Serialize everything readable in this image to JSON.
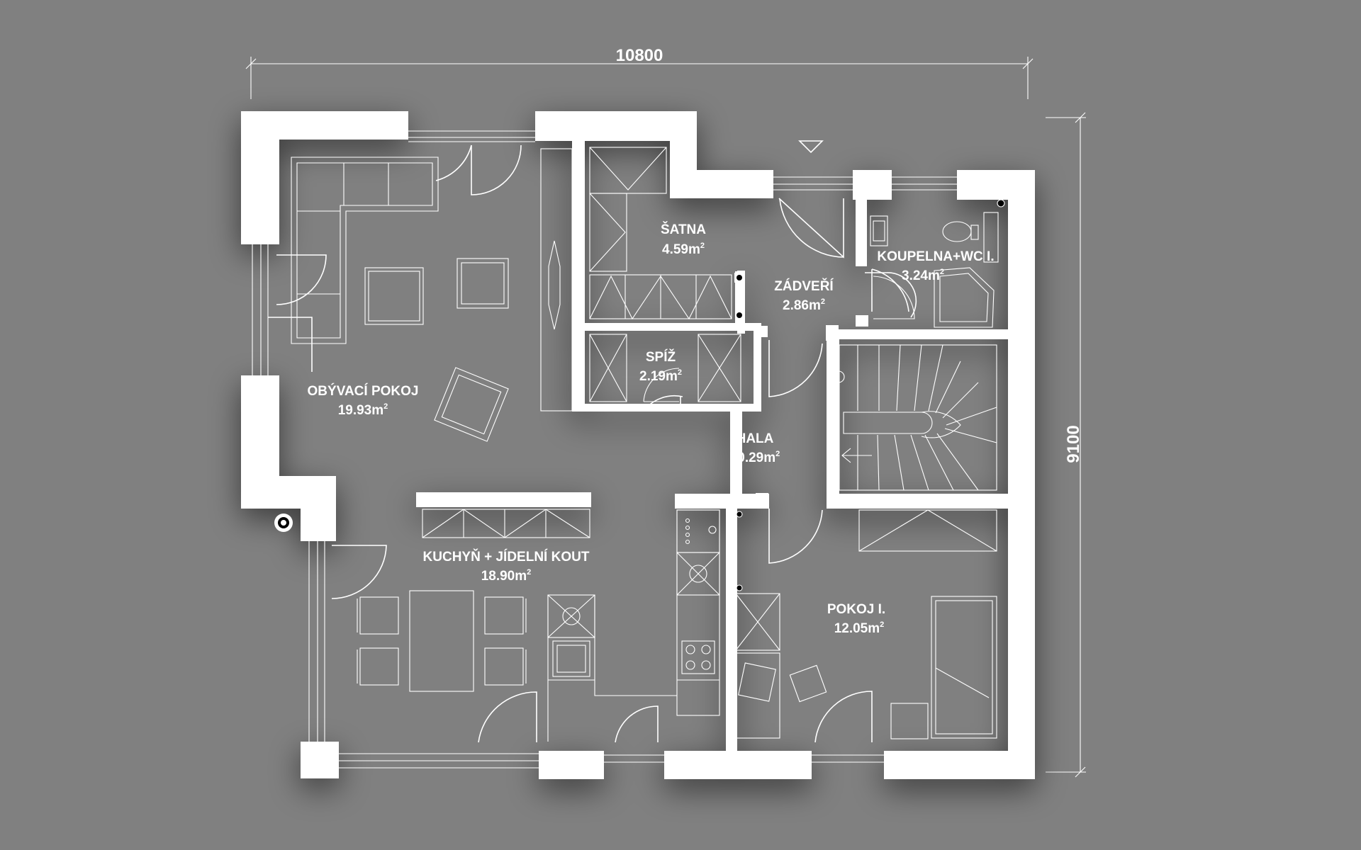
{
  "dimensions": {
    "width": "10800",
    "height": "9100"
  },
  "rooms": [
    {
      "id": "obyvaci",
      "name": "OBÝVACÍ POKOJ",
      "area": "19.93m",
      "sup": "2"
    },
    {
      "id": "satna",
      "name": "ŠATNA",
      "area": "4.59m",
      "sup": "2"
    },
    {
      "id": "zadveri",
      "name": "ZÁDVEŘÍ",
      "area": "2.86m",
      "sup": "2"
    },
    {
      "id": "koupelna",
      "name": "KOUPELNA+WC I.",
      "area": "3.24m",
      "sup": "2"
    },
    {
      "id": "spiz",
      "name": "SPÍŽ",
      "area": "2.19m",
      "sup": "2"
    },
    {
      "id": "hala",
      "name": "HALA",
      "area": "10.29m",
      "sup": "2"
    },
    {
      "id": "kuchyn",
      "name": "KUCHYŇ + JÍDELNÍ KOUT",
      "area": "18.90m",
      "sup": "2"
    },
    {
      "id": "pokoj",
      "name": "POKOJ I.",
      "area": "12.05m",
      "sup": "2"
    }
  ],
  "colors": {
    "background": "#808080",
    "walls": "#ffffff",
    "lines": "#ffffff"
  }
}
